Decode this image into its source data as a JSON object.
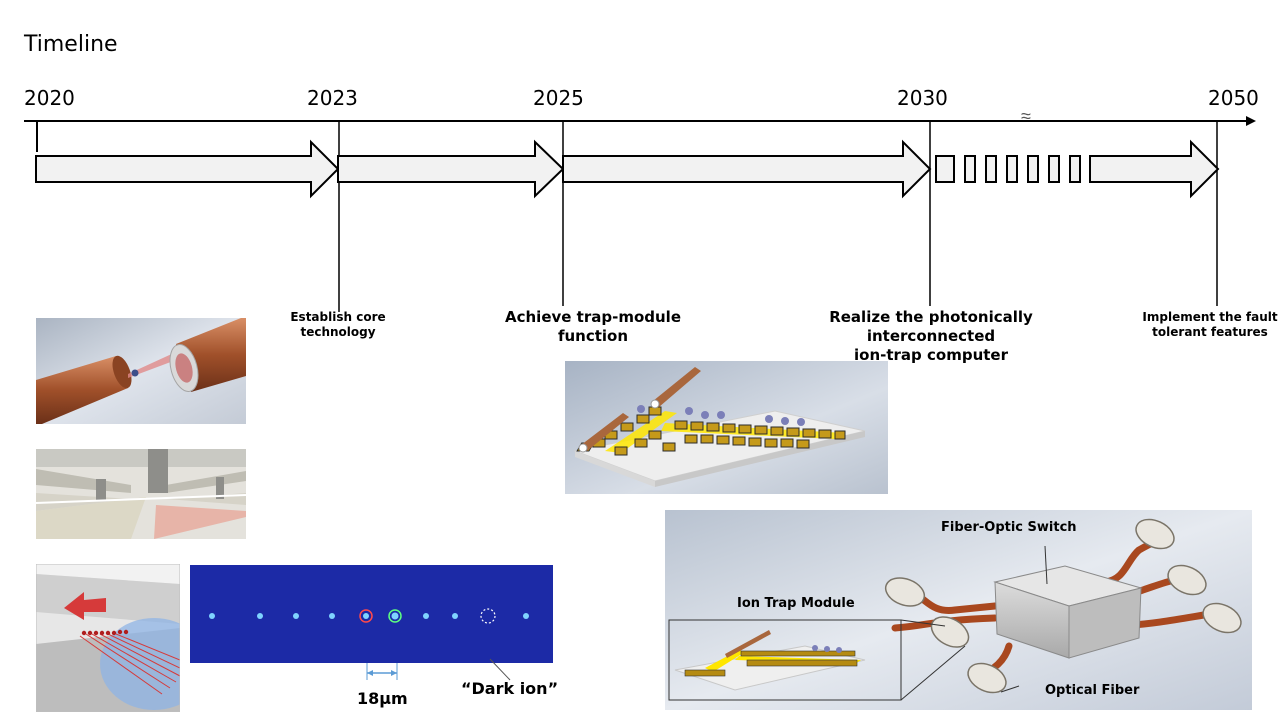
{
  "title": "Timeline",
  "years": [
    "2020",
    "2023",
    "2025",
    "2030",
    "2050"
  ],
  "milestones": [
    "Establish core\ntechnology",
    "Achieve trap-module function",
    "Realize the photonically interconnected\nion-trap computer",
    "Implement the fault\ntolerant features"
  ],
  "break_symbol": "≈",
  "fluorescence": {
    "scale_label": "18μm",
    "dark_ion_label": "“Dark ion”"
  },
  "network": {
    "switch_label": "Fiber-Optic Switch",
    "module_label": "Ion Trap Module",
    "fiber_label": "Optical Fiber"
  }
}
